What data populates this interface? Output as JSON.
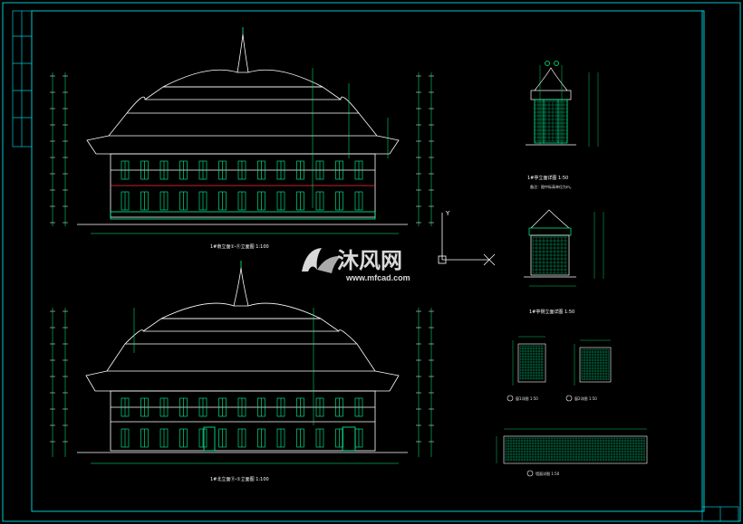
{
  "watermark": {
    "brand_cn": "沐风网",
    "url": "www.mfcad.com"
  },
  "colors": {
    "background": "#000000",
    "frame": "#00c8d2",
    "line": "#ffffff",
    "accent": "#00ff7f",
    "hatch": "#00ff9c",
    "text": "#e8e8e8",
    "red": "#ff3030"
  },
  "icons": {
    "cursor": "crosshair-cursor-icon",
    "logo": "mfcad-logo-icon"
  },
  "drawings": {
    "front_elevation_title": "1#南立面①-⑪立面图",
    "front_elevation_scale": "1:100",
    "rear_elevation_title": "1#北立面⑪-①立面图",
    "rear_elevation_scale": "1:100",
    "detail_elevation_title": "1#亭立面详图",
    "detail_elevation_scale": "1:50",
    "detail_note": "备注：图中标高单位为m。",
    "detail_side_title": "1#亭侧立面详图",
    "detail_side_scale": "1:50",
    "window_detail_1": "窗1详图",
    "window_detail_1_scale": "1:50",
    "window_detail_2": "窗2详图",
    "window_detail_2_scale": "1:50",
    "wall_detail": "墙面详图",
    "wall_detail_scale": "1:50"
  }
}
